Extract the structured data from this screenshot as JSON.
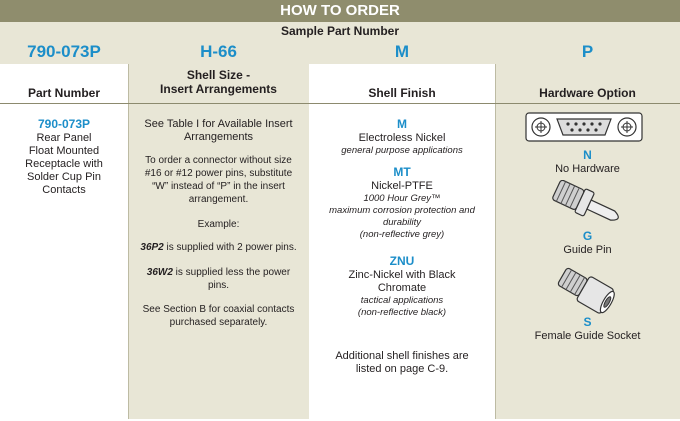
{
  "title": "HOW TO ORDER",
  "sample_label": "Sample Part Number",
  "codes": [
    "790-073P",
    "H-66",
    "M",
    "P"
  ],
  "headers": {
    "part_number": "Part Number",
    "shell_size_line1": "Shell Size -",
    "shell_size_line2": "Insert Arrangements",
    "shell_finish": "Shell Finish",
    "hardware_option": "Hardware Option"
  },
  "part": {
    "code": "790-073P",
    "desc_lines": [
      "Rear Panel",
      "Float Mounted",
      "Receptacle with",
      "Solder Cup Pin",
      "Contacts"
    ]
  },
  "shell_size": {
    "p1_line1": "See Table I for Available Insert",
    "p1_line2": "Arrangements",
    "p2_lines": [
      "To order a connector without size",
      "#16 or #12 power pins, substitute",
      "“W” instead of “P” in the insert",
      "arrangement."
    ],
    "example_label": "Example:",
    "ex1_code": "36P2",
    "ex1_text": " is supplied with 2 power pins.",
    "ex2_code": "36W2",
    "ex2_text_line1": " is supplied less the power",
    "ex2_text_line2": "pins.",
    "p3_line1": "See Section B for coaxial contacts",
    "p3_line2": "purchased separately."
  },
  "finishes": [
    {
      "code": "M",
      "name_lines": [
        "Electroless Nickel"
      ],
      "notes": [
        "general purpose applications"
      ]
    },
    {
      "code": "MT",
      "name_lines": [
        "Nickel-PTFE"
      ],
      "notes": [
        "1000 Hour Grey™",
        "maximum corrosion protection and",
        "durability",
        "(non-reflective grey)"
      ]
    },
    {
      "code": "ZNU",
      "name_lines": [
        "Zinc-Nickel with Black",
        "Chromate"
      ],
      "notes": [
        "tactical applications",
        "(non-reflective black)"
      ]
    }
  ],
  "finish_footer_line1": "Additional shell finishes are",
  "finish_footer_line2": "listed on page C-9.",
  "hardware": [
    {
      "code": "N",
      "label": "No Hardware"
    },
    {
      "code": "G",
      "label": "Guide Pin"
    },
    {
      "code": "S",
      "label": "Female Guide Socket"
    }
  ],
  "colors": {
    "accent": "#1c8ec9",
    "title_bar": "#8f8d6d",
    "panel": "#e8e6d6"
  }
}
